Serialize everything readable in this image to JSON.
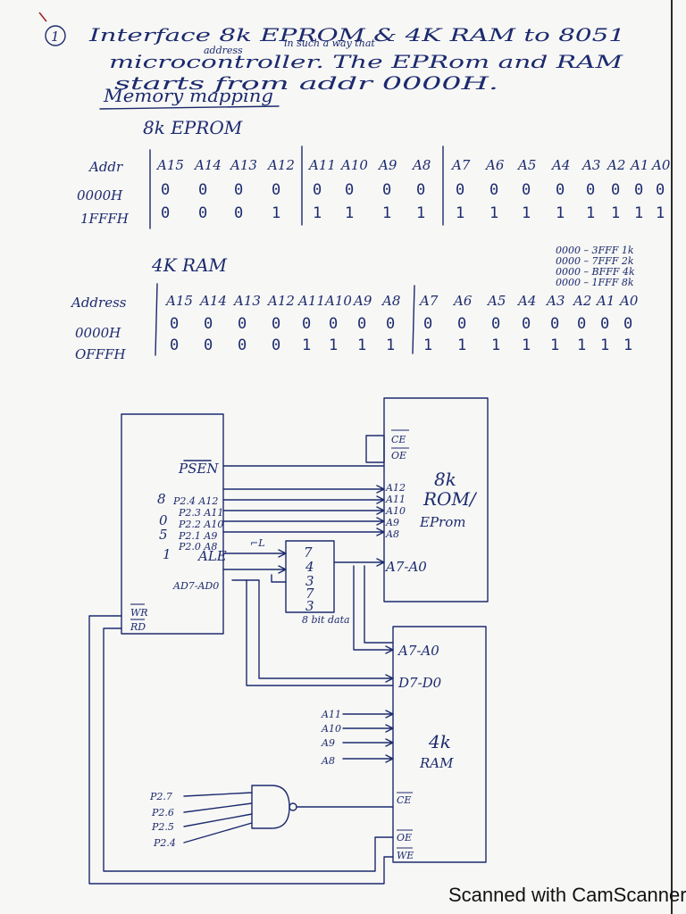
{
  "question": {
    "number": "1",
    "line1": "Interface 8k EPROM & 4K RAM to 8051",
    "line1_insert": "in such a way that",
    "line2": "microcontroller. The EPRom and RAM",
    "line2_insert": "address",
    "line3": "starts from addr 0000H.",
    "line4": "Memory mapping"
  },
  "eprom_table": {
    "title": "8k EPROM",
    "row_label_header": "Addr",
    "headers": [
      "A15",
      "A14",
      "A13",
      "A12",
      "A11",
      "A10",
      "A9",
      "A8",
      "A7",
      "A6",
      "A5",
      "A4",
      "A3",
      "A2",
      "A1",
      "A0"
    ],
    "rows": [
      {
        "label": "0000H",
        "bits": [
          "0",
          "0",
          "0",
          "0",
          "0",
          "0",
          "0",
          "0",
          "0",
          "0",
          "0",
          "0",
          "0",
          "0",
          "0",
          "0"
        ]
      },
      {
        "label": "1FFFH",
        "bits": [
          "0",
          "0",
          "0",
          "1",
          "1",
          "1",
          "1",
          "1",
          "1",
          "1",
          "1",
          "1",
          "1",
          "1",
          "1",
          "1"
        ]
      }
    ]
  },
  "ram_table": {
    "title": "4K RAM",
    "row_label_header": "Address",
    "headers": [
      "A15",
      "A14",
      "A13",
      "A12",
      "A11",
      "A10",
      "A9",
      "A8",
      "A7",
      "A6",
      "A5",
      "A4",
      "A3",
      "A2",
      "A1",
      "A0"
    ],
    "rows": [
      {
        "label": "0000H",
        "bits": [
          "0",
          "0",
          "0",
          "0",
          "0",
          "0",
          "0",
          "0",
          "0",
          "0",
          "0",
          "0",
          "0",
          "0",
          "0",
          "0"
        ]
      },
      {
        "label": "OFFFH",
        "bits": [
          "0",
          "0",
          "0",
          "0",
          "1",
          "1",
          "1",
          "1",
          "1",
          "1",
          "1",
          "1",
          "1",
          "1",
          "1",
          "1"
        ]
      }
    ]
  },
  "side_notes": [
    "0000 – 3FFF 1k",
    "0000 – 7FFF 2k",
    "0000 – BFFF 4k",
    "0000 – 1FFF 8k"
  ],
  "diagram": {
    "mcu_pins": {
      "psen": "PSEN",
      "p27": "P2.4 A12",
      "p23": "P2.3 A11",
      "p22": "P2.2 A10",
      "p21": "P2.1 A9",
      "p20": "P2.0 A8",
      "ale": "ALE",
      "ad": "AD7-AD0",
      "wr": "WR",
      "rd": "RD",
      "side_digits": [
        "8",
        "0",
        "5",
        "1"
      ]
    },
    "latch": {
      "digits": [
        "7",
        "4",
        "3",
        "7",
        "3"
      ],
      "caption": "8 bit data",
      "pulse_label": "⌐L"
    },
    "rom": {
      "name_line1": "8k",
      "name_line2": "ROM/",
      "name_line3": "EProm",
      "ce": "CE",
      "oe": "OE",
      "addr_inputs": [
        "A12",
        "A11",
        "A10",
        "A9",
        "A8"
      ],
      "low_addr": "A7-A0"
    },
    "ram": {
      "name_line1": "4k",
      "name_line2": "RAM",
      "low_addr": "A7-A0",
      "data": "D7-D0",
      "addr_inputs": [
        "A11",
        "A10",
        "A9",
        "A8"
      ],
      "ce": "CE",
      "oe": "OE",
      "we": "WE"
    },
    "gate_inputs": [
      "P2.7",
      "P2.6",
      "P2.5",
      "P2.4"
    ]
  },
  "footer": "Scanned with CamScanner"
}
